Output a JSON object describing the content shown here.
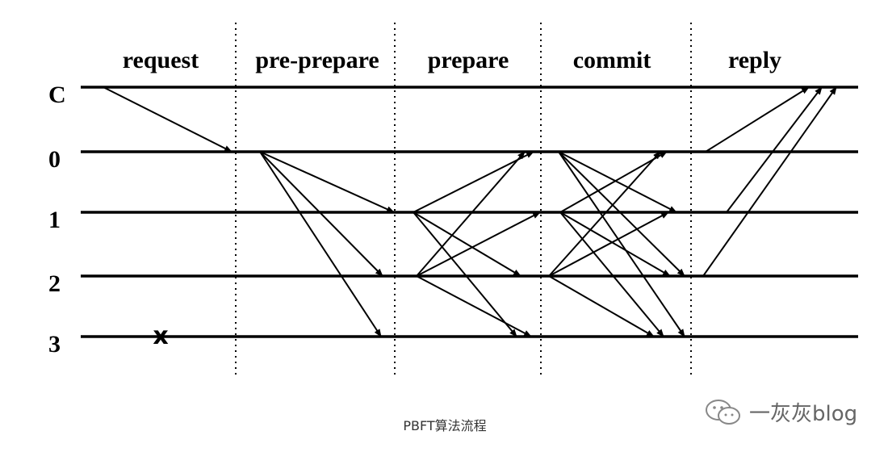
{
  "phases": [
    {
      "key": "request",
      "label": "request"
    },
    {
      "key": "pre-prepare",
      "label": "pre-prepare"
    },
    {
      "key": "prepare",
      "label": "prepare"
    },
    {
      "key": "commit",
      "label": "commit"
    },
    {
      "key": "reply",
      "label": "reply"
    }
  ],
  "nodes": [
    {
      "key": "C",
      "label": "C"
    },
    {
      "key": "0",
      "label": "0"
    },
    {
      "key": "1",
      "label": "1"
    },
    {
      "key": "2",
      "label": "2"
    },
    {
      "key": "3",
      "label": "3"
    }
  ],
  "failed_node": "3",
  "failed_marker": "x",
  "messages": [
    {
      "phase": "request",
      "from": "C",
      "to": [
        "0"
      ]
    },
    {
      "phase": "pre-prepare",
      "from": "0",
      "to": [
        "1",
        "2",
        "3"
      ]
    },
    {
      "phase": "prepare",
      "from": "1",
      "to": [
        "0",
        "2",
        "3"
      ]
    },
    {
      "phase": "prepare",
      "from": "2",
      "to": [
        "0",
        "1",
        "3"
      ]
    },
    {
      "phase": "commit",
      "from": "0",
      "to": [
        "1",
        "2",
        "3"
      ]
    },
    {
      "phase": "commit",
      "from": "1",
      "to": [
        "0",
        "2",
        "3"
      ]
    },
    {
      "phase": "commit",
      "from": "2",
      "to": [
        "0",
        "1",
        "3"
      ]
    },
    {
      "phase": "reply",
      "from": "0",
      "to": [
        "C"
      ]
    },
    {
      "phase": "reply",
      "from": "1",
      "to": [
        "C"
      ]
    },
    {
      "phase": "reply",
      "from": "2",
      "to": [
        "C"
      ]
    }
  ],
  "caption": "PBFT算法流程",
  "watermark": {
    "text": "一灰灰blog",
    "icon": "wechat-icon"
  }
}
